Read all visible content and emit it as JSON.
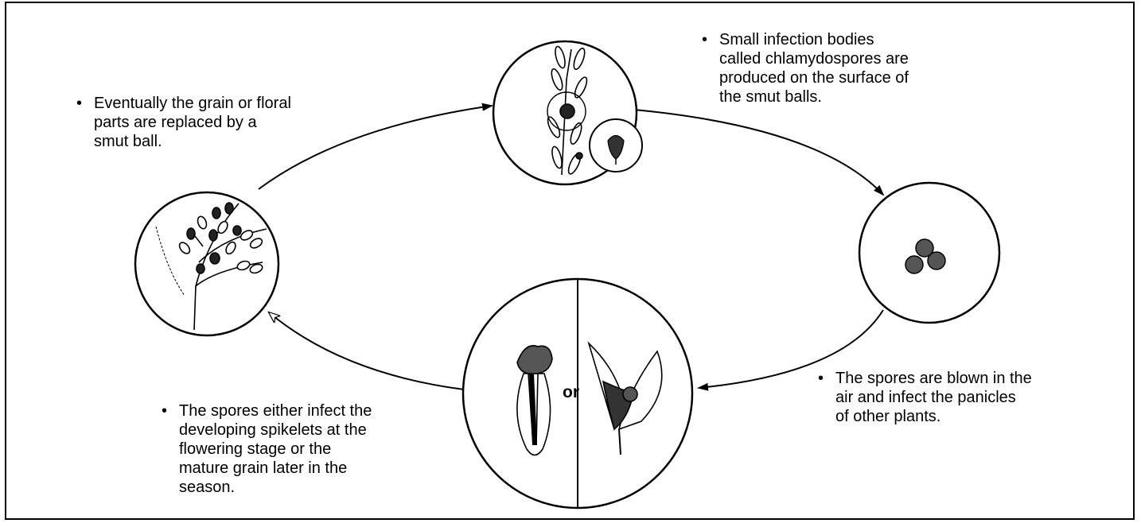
{
  "captions": {
    "chlamydospores": "Small infection bodies\ncalled chlamydospores are\nproduced on the surface of\nthe smut balls.",
    "spores_blown": "The spores are blown in the\nair and infect the panicles\nof other plants.",
    "spores_infect": "The spores either infect the\ndeveloping spikelets at the\nflowering stage or the\nmature grain later in the\nseason.",
    "smut_ball": "Eventually the grain or floral\nparts are replaced by a\nsmut ball."
  },
  "bullet": "•",
  "or_label": "or",
  "colors": {
    "line": "#000000",
    "background": "#ffffff"
  },
  "icons": [
    "rice-panicle-with-smut-ball-icon",
    "smut-ball-closeup-icon",
    "chlamydospores-icon",
    "infected-spikelet-icon",
    "infected-grain-icon",
    "infected-panicle-icon"
  ]
}
